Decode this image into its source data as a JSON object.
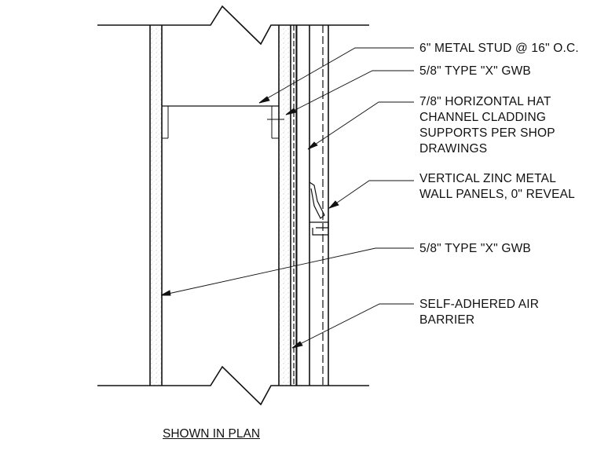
{
  "colors": {
    "line": "#111111",
    "hatch": "#7a7a7a",
    "background": "#ffffff"
  },
  "callouts": [
    {
      "lines": [
        "6\" METAL STUD @ 16\" O.C."
      ]
    },
    {
      "lines": [
        "5/8\" TYPE \"X\" GWB"
      ]
    },
    {
      "lines": [
        "7/8\" HORIZONTAL HAT",
        "CHANNEL CLADDING",
        "SUPPORTS  PER SHOP",
        "DRAWINGS"
      ]
    },
    {
      "lines": [
        "VERTICAL ZINC METAL",
        "WALL PANELS, 0\" REVEAL"
      ]
    },
    {
      "lines": [
        "5/8\" TYPE \"X\" GWB"
      ]
    },
    {
      "lines": [
        "SELF-ADHERED AIR",
        "BARRIER"
      ]
    }
  ],
  "caption": "SHOWN IN PLAN"
}
